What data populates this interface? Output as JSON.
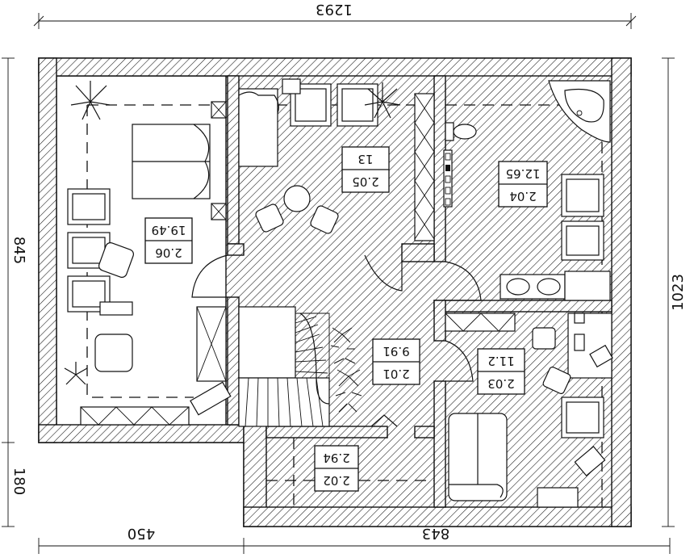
{
  "dimensions": {
    "top": "1293",
    "left_main": "845",
    "left_lower": "180",
    "right": "1023",
    "bottom_left": "450",
    "bottom_right": "843"
  },
  "rooms": [
    {
      "id": "2.06",
      "area": "19.49"
    },
    {
      "id": "2.05",
      "area": "13"
    },
    {
      "id": "2.04",
      "area": "12.65"
    },
    {
      "id": "2.01",
      "area": "9.91"
    },
    {
      "id": "2.03",
      "area": "11.2"
    },
    {
      "id": "2.02",
      "area": "2.94"
    }
  ]
}
